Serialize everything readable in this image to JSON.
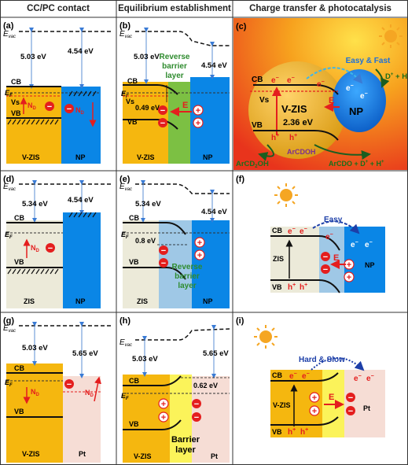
{
  "headers": {
    "col1": "CC/PC contact",
    "col2": "Equilibrium establishment",
    "col3": "Charge transfer & photocatalysis"
  },
  "panels": {
    "a": {
      "tag": "(a)",
      "evac": "E",
      "evac_sub": "vac",
      "wf_left": "5.03 eV",
      "wf_right": "4.54 eV",
      "cb": "CB",
      "ef": "E",
      "ef_sub": "F",
      "vs": "Vs",
      "vb": "VB",
      "nd_left": "N",
      "nd_left_sub": "D",
      "nd_right": "N",
      "nd_right_sub": "D",
      "left_name": "V-ZIS",
      "right_name": "NP"
    },
    "b": {
      "tag": "(b)",
      "evac": "E",
      "evac_sub": "vac",
      "wf_left": "5.03 eV",
      "wf_right": "4.54 eV",
      "cb": "CB",
      "ef": "E",
      "ef_sub": "F",
      "vs": "Vs",
      "bend": "0.49 eV",
      "vb": "VB",
      "field": "E",
      "layer1": "Reverse",
      "layer2": "barrier",
      "layer3": "layer",
      "left_name": "V-ZIS",
      "right_name": "NP"
    },
    "c": {
      "tag": "(c)",
      "easy": "Easy & Fast",
      "cb": "CB",
      "vs": "Vs",
      "center": "V-ZIS",
      "gap": "2.36 eV",
      "vb": "VB",
      "field": "E",
      "np": "NP",
      "ox1": "ArCD",
      "ox1_sub": "2",
      "ox1_end": "OH",
      "mid": "ArCDOH",
      "prod": "ArCDO + D",
      "prod_end": " + H",
      "np_prod": "D",
      "np_prod_end": " + H"
    },
    "d": {
      "tag": "(d)",
      "evac": "E",
      "evac_sub": "vac",
      "wf_left": "5.34 eV",
      "wf_right": "4.54 eV",
      "cb": "CB",
      "ef": "E",
      "ef_sub": "F",
      "vb": "VB",
      "nd_left": "N",
      "nd_left_sub": "D",
      "left_name": "ZIS",
      "right_name": "NP"
    },
    "e": {
      "tag": "(e)",
      "evac": "E",
      "evac_sub": "vac",
      "wf_left": "5.34 eV",
      "wf_right": "4.54 eV",
      "cb": "CB",
      "ef": "E",
      "ef_sub": "F",
      "bend": "0.8 eV",
      "vb": "VB",
      "layer1": "Reverse",
      "layer2": "barrier",
      "layer3": "layer",
      "left_name": "ZIS",
      "right_name": "NP"
    },
    "f": {
      "tag": "(f)",
      "easy": "Easy",
      "cb": "CB",
      "left": "ZIS",
      "vb": "VB",
      "field": "E",
      "np": "NP"
    },
    "g": {
      "tag": "(g)",
      "evac": "E",
      "evac_sub": "vac",
      "wf_left": "5.03 eV",
      "wf_right": "5.65 eV",
      "cb": "CB",
      "ef": "E",
      "ef_sub": "F",
      "vb": "VB",
      "nd_left": "N",
      "nd_left_sub": "D",
      "nd_right": "N",
      "nd_right_sub": "D",
      "left_name": "V-ZIS",
      "right_name": "Pt"
    },
    "h": {
      "tag": "(h)",
      "evac": "E",
      "evac_sub": "vac",
      "wf_left": "5.03 eV",
      "wf_right": "5.65 eV",
      "cb": "CB",
      "ef": "E",
      "ef_sub": "F",
      "bend": "0.62 eV",
      "vb": "VB",
      "layer1": "Barrier",
      "layer2": "layer",
      "left_name": "V-ZIS",
      "right_name": "Pt"
    },
    "i": {
      "tag": "(i)",
      "hard": "Hard & Slow",
      "cb": "CB",
      "left": "V-ZIS",
      "vb": "VB",
      "field": "E",
      "pt": "Pt"
    }
  },
  "symbols": {
    "electron": "e",
    "minus": "−",
    "hole": "h",
    "plus": "+"
  },
  "colors": {
    "orange": "#F5B70F",
    "blue": "#0A86E6",
    "green": "#7CC043",
    "paleblue": "#9FC8E6",
    "beige": "#ECEAD9",
    "pink": "#F6DDD5",
    "yellow": "#FBF35A",
    "red": "#E41E1E",
    "darkgreen": "#2E7D32"
  }
}
